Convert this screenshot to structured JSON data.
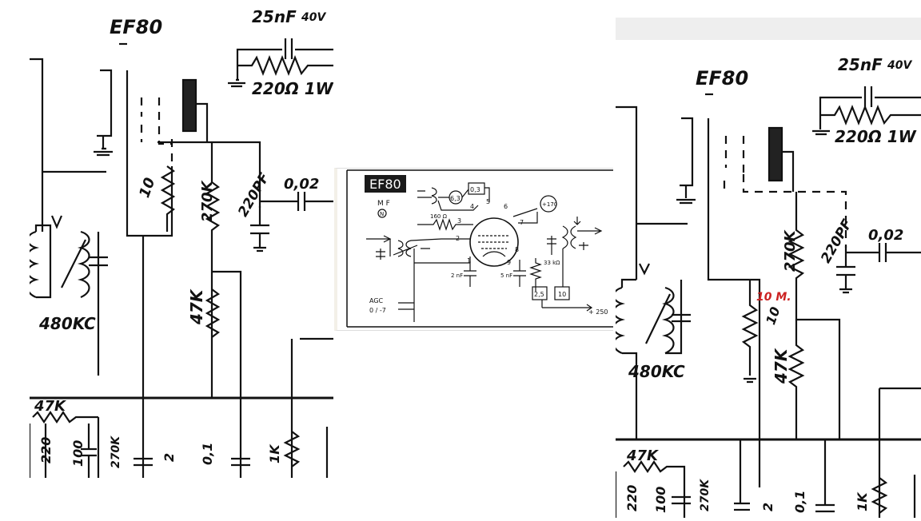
{
  "left": {
    "tube": "EF80",
    "cap_top": "25nF",
    "cap_top_v": "40V",
    "r_top": "220Ω 1W",
    "r_10": "10",
    "r_270k": "270K",
    "c_220pf": "220PF",
    "c_002": "0,02",
    "coil": "480KC",
    "r_47k": "47K",
    "bus_47k": "47K",
    "bot_labels": [
      "220",
      "100",
      "270K",
      "2",
      "0,1",
      "1K"
    ]
  },
  "middle": {
    "tube": "EF80",
    "mf": "M F",
    "pin_n": "N",
    "v_63": "6,3",
    "v_03": "0,3",
    "r_160": "160 Ω",
    "v_170": "+170",
    "pin_labels": [
      "5",
      "4",
      "6",
      "3",
      "7",
      "2",
      "1",
      "9",
      "8"
    ],
    "c_2nf": "2 nF",
    "c_5nf": "5 nF",
    "r_33k": "33 kΩ",
    "box_25": "2,5",
    "box_10": "10",
    "agc": "AGC",
    "agc_range": "0 / -7",
    "v_250": "+ 250"
  },
  "right": {
    "tube": "EF80",
    "cap_top": "25nF",
    "cap_top_v": "40V",
    "r_top": "220Ω 1W",
    "c_220pf": "220PF",
    "c_002": "0,02",
    "r_270k": "270K",
    "r_10m": "10 M.",
    "r_10": "10",
    "coil": "480KC",
    "r_47k": "47K",
    "bus_47k": "47K",
    "bot_labels": [
      "220",
      "100",
      "270K",
      "2",
      "0,1",
      "1K"
    ],
    "red_color": "#cc2222"
  }
}
